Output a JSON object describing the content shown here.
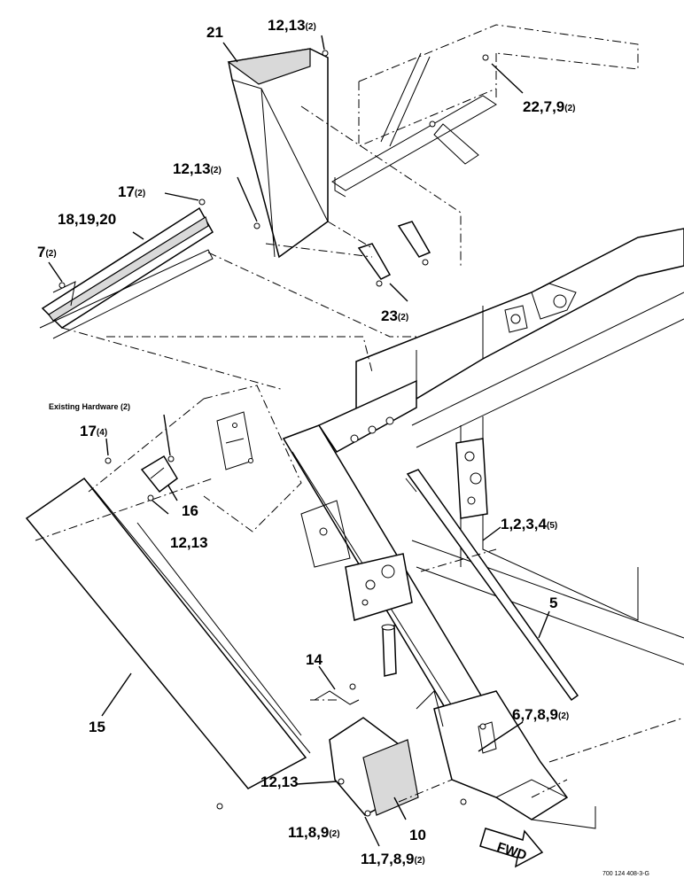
{
  "callouts": [
    {
      "main": "21",
      "qty": ""
    },
    {
      "main": "12,13",
      "qty": "(2)"
    },
    {
      "main": "22,7,9",
      "qty": "(2)"
    },
    {
      "main": "12,13",
      "qty": "(2)"
    },
    {
      "main": "17",
      "qty": "(2)"
    },
    {
      "main": "18,19,20",
      "qty": ""
    },
    {
      "main": "7",
      "qty": "(2)"
    },
    {
      "main": "23",
      "qty": "(2)"
    },
    {
      "main": "17",
      "qty": "(4)"
    },
    {
      "main": "16",
      "qty": ""
    },
    {
      "main": "12,13",
      "qty": ""
    },
    {
      "main": "1,2,3,4",
      "qty": "(5)"
    },
    {
      "main": "5",
      "qty": ""
    },
    {
      "main": "14",
      "qty": ""
    },
    {
      "main": "15",
      "qty": ""
    },
    {
      "main": "6,7,8,9",
      "qty": "(2)"
    },
    {
      "main": "12,13",
      "qty": ""
    },
    {
      "main": "11,8,9",
      "qty": "(2)"
    },
    {
      "main": "10",
      "qty": ""
    },
    {
      "main": "11,7,8,9",
      "qty": "(2)"
    }
  ],
  "existing_hardware_label": "Existing Hardware (2)",
  "fwd_label": "FWD",
  "drawing_number": "700 124 408-3-G",
  "colors": {
    "line": "#000000",
    "background": "#ffffff",
    "shade": "#d9d9d9"
  }
}
